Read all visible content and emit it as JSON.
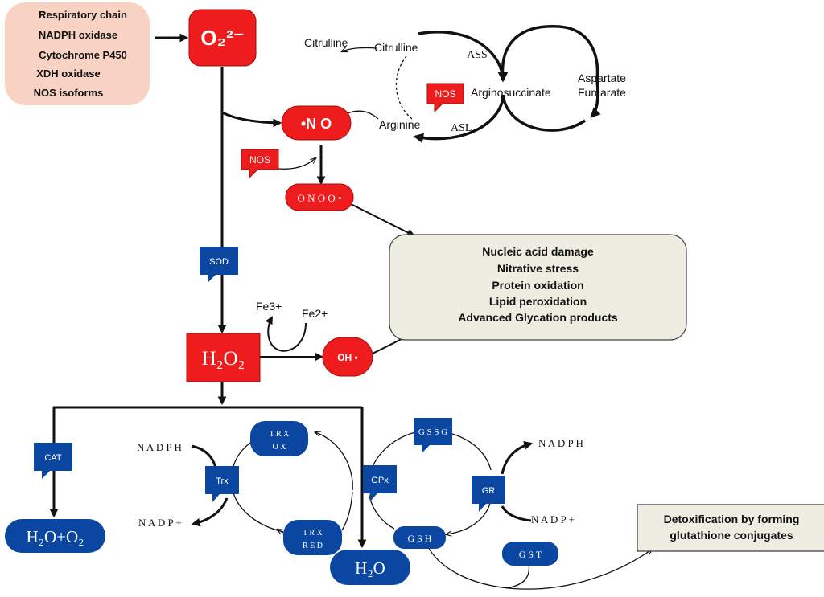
{
  "sources": [
    "Respiratory chain",
    "NADPH oxidase",
    "Cytochrome P450",
    "XDH oxidase",
    "NOS isoforms"
  ],
  "species": {
    "superoxide": "O₂²⁻",
    "nitric_oxide": "•N O",
    "peroxynitrite": "O N O O •",
    "hydrogen_peroxide": "H₂O₂",
    "hydroxyl": "OH •"
  },
  "urea_cycle": {
    "citrulline_outer": "Citrulline",
    "citrulline_inner": "Citrulline",
    "ass": "ASS",
    "asl": "ASL",
    "arginosuccinate": "Arginosuccinate",
    "aspartate": "Aspartate",
    "fumarate": "Fumarate",
    "arginine": "Arginine",
    "nos_cycle": "NOS"
  },
  "nos_peroxynitrite": "NOS",
  "sod": "SOD",
  "iron": {
    "fe3": "Fe3+",
    "fe2": "Fe2+"
  },
  "damage": [
    "Nucleic acid damage",
    "Nitrative stress",
    "Protein oxidation",
    "Lipid peroxidation",
    "Advanced Glycation products"
  ],
  "catalase": {
    "enzyme": "CAT",
    "product": "H₂O+O₂"
  },
  "thioredoxin": {
    "nadph": "N A D P H",
    "nadp": "N A D P +",
    "trx": "Trx",
    "trx_ox": [
      "T R X",
      "O X"
    ],
    "trx_red": [
      "T R X",
      "R E D"
    ]
  },
  "glutathione": {
    "gpx": "GPx",
    "gssg": "G S S G",
    "gr": "GR",
    "nadph": "N A D P H",
    "nadp": "N A D P +",
    "gsh": "G S H",
    "gst": "G S T"
  },
  "water": "H₂O",
  "detox": [
    "Detoxification by forming",
    "glutathione conjugates"
  ],
  "colors": {
    "red": "#ee1c1c",
    "blue": "#0b47a1",
    "peach": "#f8d3c4",
    "beige": "#eeede2"
  }
}
